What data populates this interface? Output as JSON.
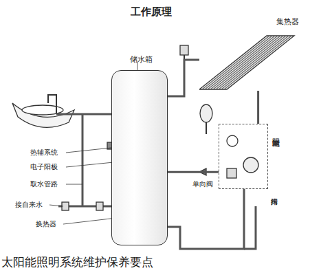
{
  "diagram": {
    "title": "工作原理",
    "caption": "太阳能照明系统维护保养要点",
    "nodes": [
      {
        "text": [
          "储水箱"
        ]
      },
      {
        "text": [
          "集热器"
        ]
      },
      {
        "text": [
          "太阳能站"
        ]
      }
    ],
    "edges": [
      {
        "from": 1,
        "to": 2,
        "arrow": "none"
      },
      {
        "from": 2,
        "to": 0,
        "arrow": "none"
      },
      {
        "from": 0,
        "to": 1,
        "arrow": "none"
      }
    ],
    "labels": [
      "热辅系统",
      "电子阳极",
      "取水管路",
      "接自来水",
      "换热器",
      "单向阀",
      "排污阀"
    ]
  }
}
